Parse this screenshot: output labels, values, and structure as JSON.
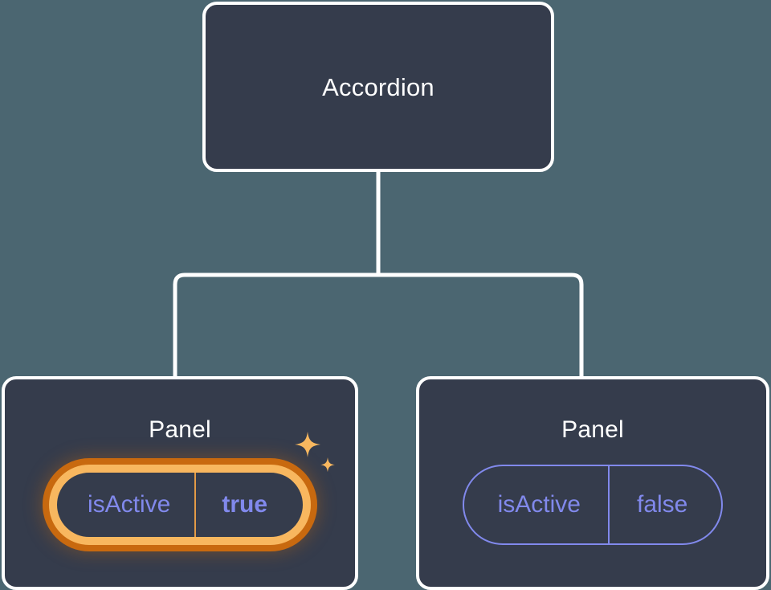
{
  "diagram": {
    "type": "component-tree",
    "background_color": "#4b6671",
    "node_fill": "#353c4c",
    "node_border": "#ffffff",
    "connector_color": "#ffffff",
    "prop_color": "#8189ec",
    "highlight_outer_color": "#c8690f",
    "highlight_inner_color": "#f8b75f",
    "sparkle_color": "#f8b75f"
  },
  "root": {
    "title": "Accordion"
  },
  "children": [
    {
      "title": "Panel",
      "prop": {
        "key": "isActive",
        "value": "true",
        "highlighted": true,
        "bold_value": true
      },
      "sparkles": "sparkle-icon"
    },
    {
      "title": "Panel",
      "prop": {
        "key": "isActive",
        "value": "false",
        "highlighted": false,
        "bold_value": false
      }
    }
  ]
}
